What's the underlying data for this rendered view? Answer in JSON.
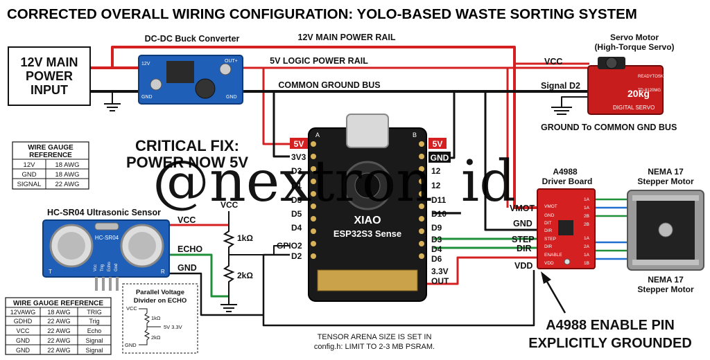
{
  "title": "CORRECTED OVERALL WIRING CONFIGURATION: YOLO-BASED WASTE SORTING SYSTEM",
  "power_input": {
    "line1": "12V MAIN",
    "line2": "POWER",
    "line3": "INPUT"
  },
  "buck": {
    "label": "DC-DC Buck Converter",
    "in_label": "12V",
    "out_label": "OUT+",
    "gnd_label": "GND",
    "gnd_out_label": "GND"
  },
  "rails": {
    "main": "12V MAIN POWER RAIL",
    "logic": "5V LOGIC POWER RAIL",
    "ground": "COMMON GROUND BUS"
  },
  "servo": {
    "title": "Servo Motor",
    "subtitle": "(High-Torque Servo)",
    "vcc": "VCC",
    "signal": "Signal D2",
    "ground_note": "GROUND To COMMON GND BUS",
    "brand_top": "READYTOSKY",
    "torque": "20kg",
    "model": "TD-8120MG",
    "body": "DIGITAL SERVO"
  },
  "critical_fix": {
    "line1": "CRITICAL FIX:",
    "line2": "POWER NOW 5V"
  },
  "watermark": "@nextron_id",
  "gauge_ref_1": {
    "title_line1": "WIRE GAUGE",
    "title_line2": "REFERENCE",
    "rows": [
      [
        "12V",
        "18 AWG"
      ],
      [
        "GND",
        "18 AWG"
      ],
      [
        "SIGNAL",
        "22 AWG"
      ]
    ]
  },
  "ultrasonic": {
    "label": "HC-SR04 Ultrasonic Sensor",
    "model": "HC-SR04",
    "t": "T",
    "r": "R",
    "pins": [
      "Vcc",
      "Trig",
      "Echo",
      "Gnd"
    ],
    "vcc": "VCC",
    "echo": "ECHO",
    "gnd": "GND"
  },
  "divider": {
    "vcc": "VCC",
    "r1": "1kΩ",
    "r2": "2kΩ",
    "inset_title_1": "Parallel Voltage",
    "inset_title_2": "Divider on ECHO",
    "inset_vcc": "VCC",
    "inset_r1": "1kΩ",
    "inset_out": "5V 3.3V",
    "inset_r2": "2kΩ",
    "inset_gnd": "GND"
  },
  "gauge_ref_2": {
    "title": "WIRE GAUGE REFERENCE",
    "rows": [
      [
        "12VAWG",
        "18 AWG",
        "TRIG"
      ],
      [
        "GDHD",
        "22 AWG",
        "Trig"
      ],
      [
        "VCC",
        "22 AWG",
        "Echo"
      ],
      [
        "GND",
        "22 AWG",
        "Signal"
      ],
      [
        "GND",
        "22 AWG",
        "Signal"
      ]
    ]
  },
  "xiao": {
    "name": "XIAO",
    "subname": "ESP32S3 Sense",
    "a_mark": "A",
    "b_mark": "B",
    "left_pins": [
      "5V",
      "3V3",
      "D3",
      "D1",
      "D3",
      "D5",
      "D4",
      "GPIO2",
      "D2"
    ],
    "right_pins": [
      "5V",
      "GND",
      "12",
      "12",
      "D11",
      "D10",
      "D9",
      "D3",
      "D4",
      "D6"
    ],
    "out_line1": "3.3V",
    "out_line2": "OUT"
  },
  "tensor_note": {
    "line1": "TENSOR ARENA SIZE IS SET IN",
    "line2": "config.h: LIMIT TO 2-3 MB PSRAM."
  },
  "a4988": {
    "title": "A4988",
    "subtitle": "Driver Board",
    "vmot": "VMOT",
    "gnd": "GND",
    "step": "STEP",
    "dir": "DIR",
    "vdd": "VDD",
    "board_left": [
      "VMOT",
      "GND",
      "DIT",
      "DIR",
      "STEP",
      "DIR",
      "ENABLE",
      "VDD"
    ],
    "board_right": [
      "1A",
      "1A",
      "2B",
      "2B",
      "1A",
      "2A",
      "1A",
      "1B"
    ],
    "note_line1": "A4988 ENABLE PIN",
    "note_line2": "EXPLICITLY GROUNDED"
  },
  "stepper": {
    "top_line1": "NEMA 17",
    "top_line2": "Stepper Motor",
    "bottom_line1": "NEMA 17",
    "bottom_line2": "Stepper Motor"
  }
}
